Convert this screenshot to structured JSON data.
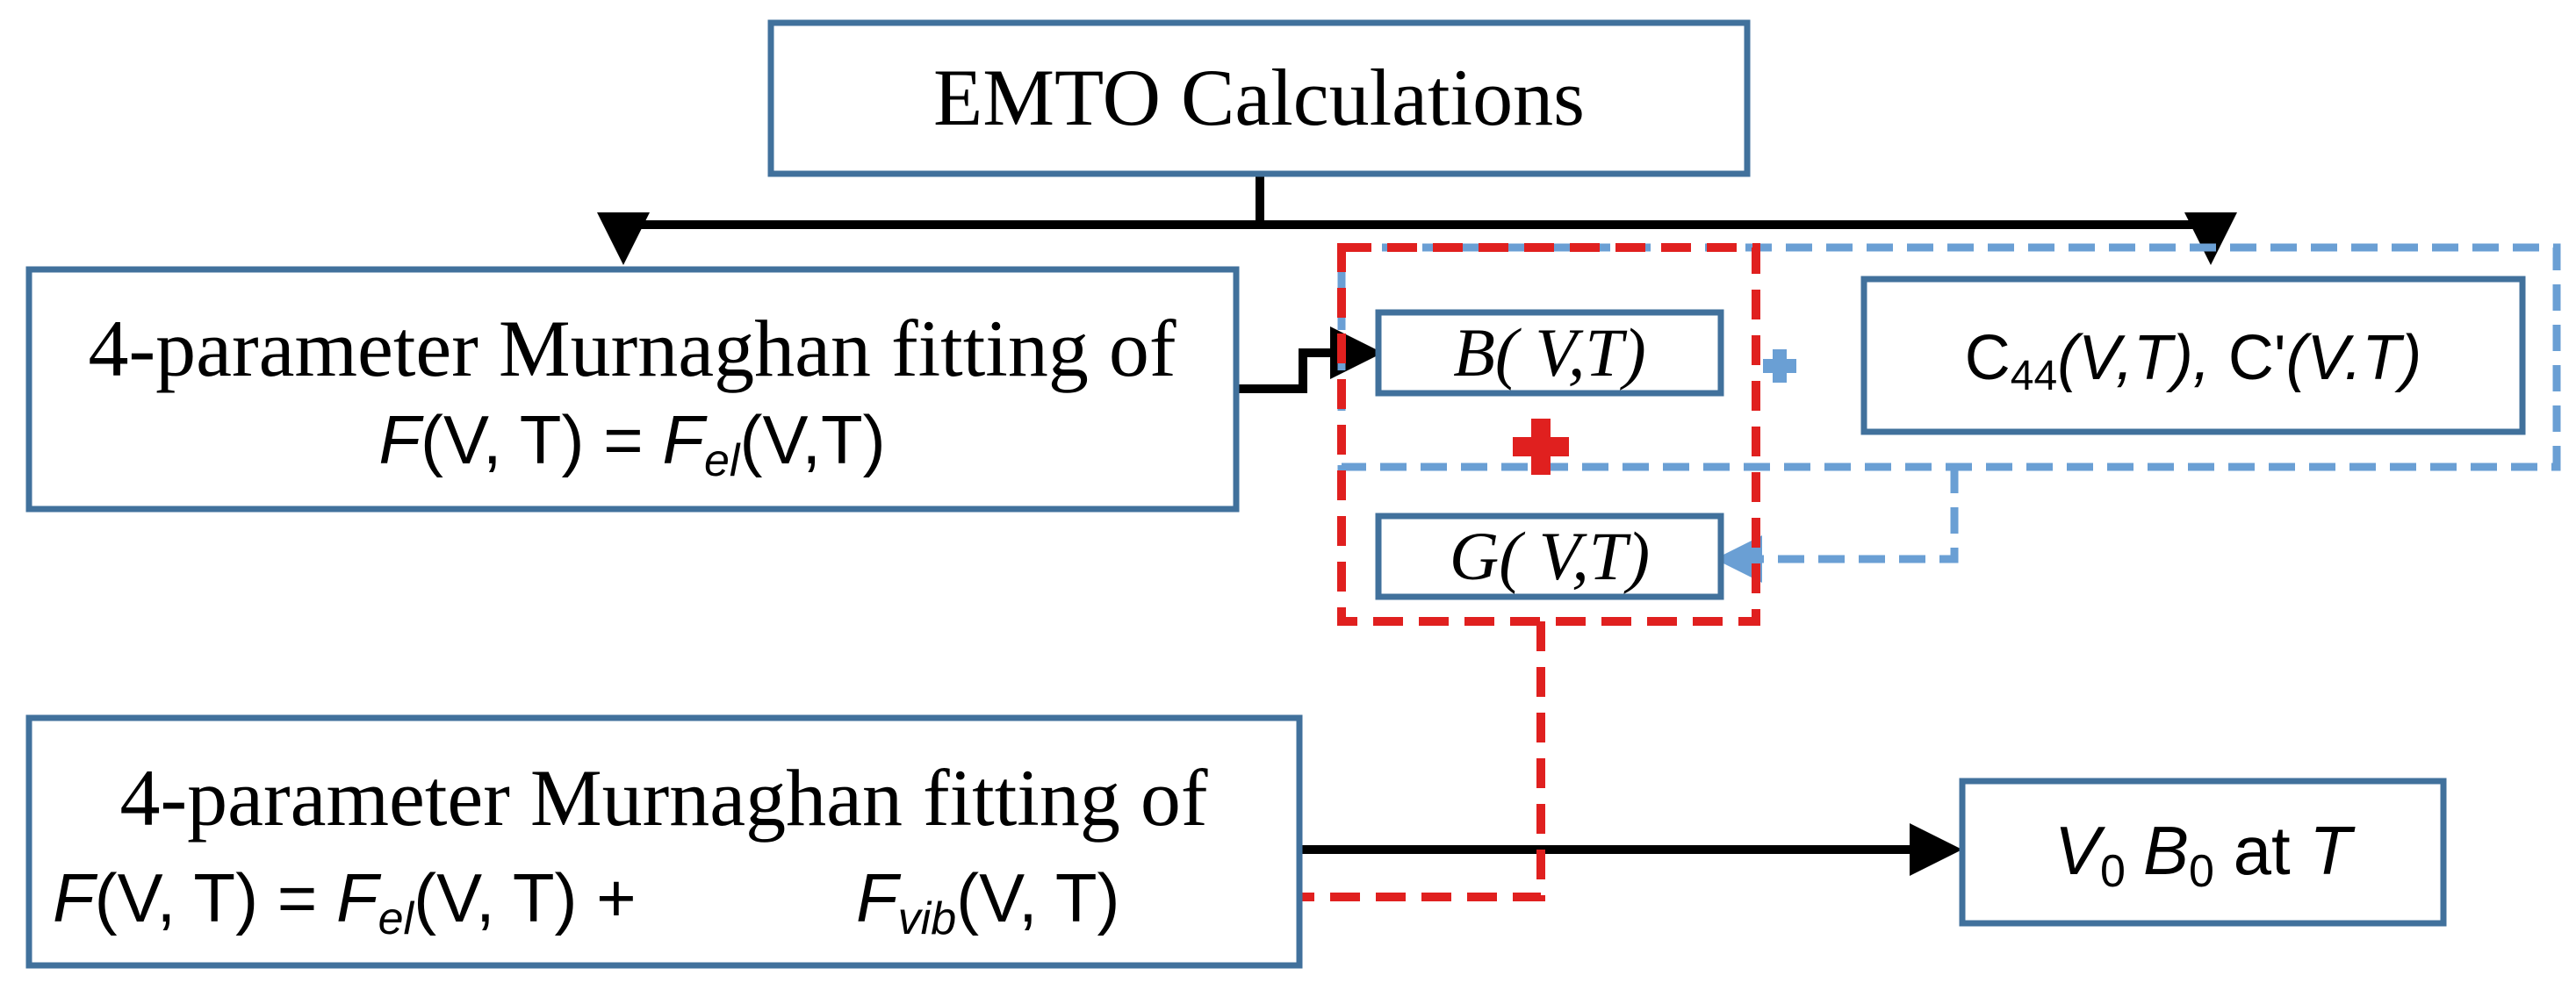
{
  "nodes": {
    "emto": {
      "text": "EMTO Calculations"
    },
    "murn1": {
      "line1": "4-parameter Murnaghan fitting of",
      "eq": {
        "lhs": "F",
        "args": "(V, T)",
        "eqsign": " = ",
        "rhs": "F",
        "rhs_sub": "el",
        "rhs_args": "(V,T)"
      }
    },
    "bvt": {
      "text": "B( V,T)"
    },
    "c44": {
      "c": "C",
      "c_sub": "44",
      "args1": "(V,T),",
      "cprime": " C'",
      "args2": "(V.T)"
    },
    "gvt": {
      "text": "G( V,T)"
    },
    "murn2": {
      "line1": "4-parameter Murnaghan fitting of",
      "eq": {
        "lhs": "F",
        "args": "(V, T)",
        "eqsign": " = ",
        "fel": "F",
        "fel_sub": "el",
        "fel_args": "(V, T) +",
        "fvib": "F",
        "fvib_sub": "vib",
        "fvib_args": "(V, T)"
      }
    },
    "result": {
      "v": "V",
      "v_sub": "0",
      "b": "B",
      "b_sub": "0",
      "at": " at ",
      "t": "T"
    }
  },
  "colors": {
    "box_border": "#41719c",
    "arrow_black": "#000000",
    "dashed_red": "#e0201f",
    "dashed_blue": "#6a9fd4",
    "plus_red": "#e0201f",
    "plus_blue": "#6a9fd4"
  },
  "symbols": {
    "plus_large": "plus-icon-red",
    "plus_small": "plus-icon-blue"
  }
}
